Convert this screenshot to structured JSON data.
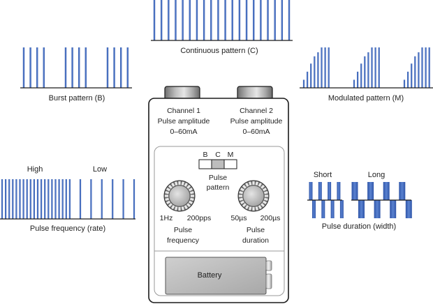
{
  "colors": {
    "pulse": "#3a62b8",
    "axis": "#1a1a1a",
    "device_outline": "#1a1a1a",
    "panel_outline": "#9a9a9a",
    "selected_switch": "#bdbdbd"
  },
  "waveforms": {
    "continuous": {
      "label": "Continuous pattern (C)",
      "pulse_count": 20
    },
    "burst": {
      "label": "Burst pattern (B)",
      "bursts": 3,
      "pulses_per_burst": 4
    },
    "modulated": {
      "label": "Modulated pattern (M)",
      "groups": 3,
      "relative_heights": [
        0.2,
        0.4,
        0.6,
        0.78,
        0.88,
        1,
        1,
        1
      ]
    },
    "frequency": {
      "label": "Pulse frequency (rate)",
      "high_label": "High",
      "low_label": "Low",
      "high_count": 20,
      "low_count": 6
    },
    "duration": {
      "label": "Pulse duration (width)",
      "short_label": "Short",
      "long_label": "Long",
      "cycles": 4
    }
  },
  "device": {
    "channel1": {
      "title": "Channel 1",
      "subtitle": "Pulse amplitude",
      "range": "0–60mA"
    },
    "channel2": {
      "title": "Channel 2",
      "subtitle": "Pulse amplitude",
      "range": "0–60mA"
    },
    "pattern_switch": {
      "options": [
        "B",
        "C",
        "M"
      ],
      "selected": "C",
      "label_line1": "Pulse",
      "label_line2": "pattern"
    },
    "frequency_knob": {
      "min": "1Hz",
      "max": "200pps",
      "label_line1": "Pulse",
      "label_line2": "frequency"
    },
    "duration_knob": {
      "min": "50µs",
      "max": "200µs",
      "label_line1": "Pulse",
      "label_line2": "duration"
    },
    "battery": {
      "label": "Battery"
    }
  }
}
